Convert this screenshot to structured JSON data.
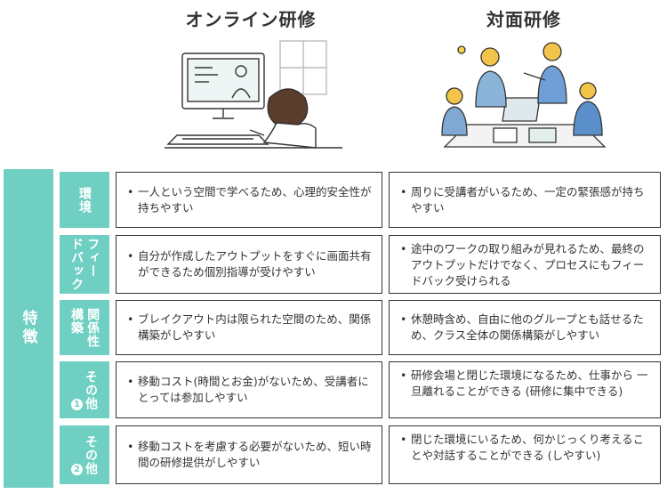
{
  "columns": {
    "online": "オンライン研修",
    "face_to_face": "対面研修"
  },
  "main_label": "特徴",
  "rows": [
    {
      "label": "環境",
      "online": "一人という空間で学べるため、心理的安全性が 持ちやすい",
      "face_to_face": "周りに受講者がいるため、一定の緊張感が持ちやすい"
    },
    {
      "label": "フィードバック",
      "label_col1": "フィー",
      "label_col2": "ドバック",
      "online": "自分が作成したアウトプットをすぐに画面共有ができるため個別指導が受けやすい",
      "face_to_face": "途中のワークの取り組みが見れるため、最終のアウトプットだけでなく、プロセスにもフィードバック受けられる"
    },
    {
      "label": "関係構築性",
      "label_col1": "構築",
      "label_col2": "関係性",
      "online": "ブレイクアウト内は限られた空間のため、関係構築がしやすい",
      "face_to_face": "休憩時含め、自由に他のグループとも話せるため、クラス全体の関係構築がしやすい"
    },
    {
      "label": "その他1",
      "label_main": "その他",
      "label_num": "1",
      "online": "移動コスト(時間とお金)がないため、受講者にとっては参加しやすい",
      "face_to_face": "研修会場と閉じた環境になるため、仕事から 一旦離れることができる (研修に集中できる)"
    },
    {
      "label": "その他2",
      "label_main": "その他",
      "label_num": "2",
      "online": "移動コストを考慮する必要がないため、短い時間の研修提供がしやすい",
      "face_to_face": "閉じた環境にいるため、何かじっくり考えることや対話することができる (しやすい)"
    }
  ],
  "colors": {
    "accent": "#6ecfc2",
    "text": "#333333",
    "border": "#333333"
  }
}
